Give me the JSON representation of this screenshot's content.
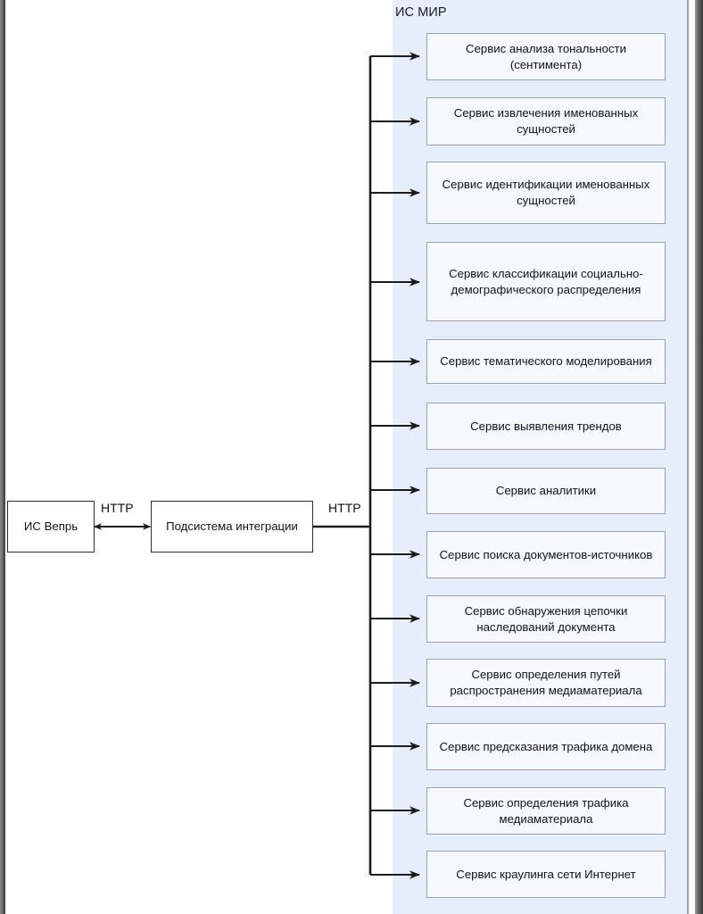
{
  "diagram": {
    "title_visible": false,
    "group": {
      "label": "ИС МИР",
      "panel_color": "#e7eefb",
      "border_color": "#9aa3ad"
    },
    "external_system": {
      "label": "ИС Вепрь"
    },
    "integration_subsystem": {
      "label": "Подсистема интеграции"
    },
    "connections": [
      {
        "label": "HTTP",
        "from": "ИС Вепрь",
        "to": "Подсистема интеграции",
        "arrow": "bidirectional"
      },
      {
        "label": "HTTP",
        "from": "ИС МИР",
        "to": "Подсистема интеграции",
        "arrow": "single"
      }
    ],
    "services": [
      {
        "label": "Сервис анализа тональности (сентимента)"
      },
      {
        "label": "Сервис извлечения именованных сущностей"
      },
      {
        "label": "Сервис идентификации именованных сущностей"
      },
      {
        "label": "Сервис классификации социально-демографического распределения"
      },
      {
        "label": "Сервис тематического моделирования"
      },
      {
        "label": "Сервис выявления трендов"
      },
      {
        "label": "Сервис аналитики"
      },
      {
        "label": "Сервис поиска документов-источников"
      },
      {
        "label": "Сервис обнаружения цепочки наследований документа"
      },
      {
        "label": "Сервис определения путей распространения медиаматериала"
      },
      {
        "label": "Сервис предсказания трафика домена"
      },
      {
        "label": "Сервис определения трафика медиаматериала"
      },
      {
        "label": "Сервис краулинга сети Интернет"
      }
    ],
    "colors": {
      "box_fill": "#f6f8fd",
      "box_border": "#9aa3ad",
      "panel_fill": "#e7eefb",
      "line": "#1c1c1c",
      "plain_box_border": "#2b2b2b"
    }
  }
}
